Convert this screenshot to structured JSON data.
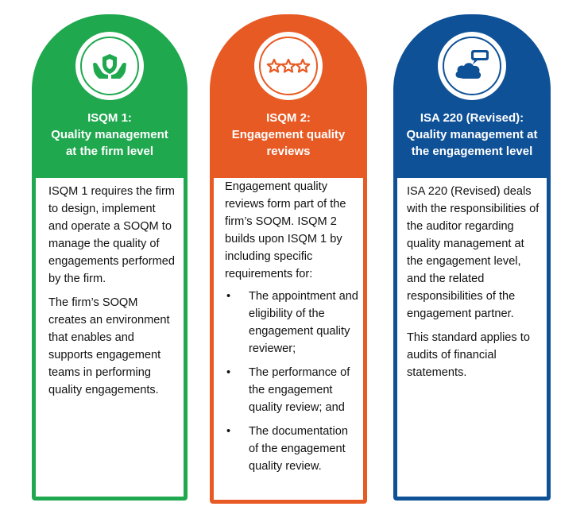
{
  "cards": [
    {
      "icon": "hands-holding-shield-icon",
      "color": "#1fa84e",
      "title_line1": "ISQM 1:",
      "title_line2": "Quality management",
      "title_line3": "at the firm level",
      "paragraphs": [
        "ISQM 1 requires the firm to design, implement and operate a SOQM to manage the quality of engagements performed by the firm.",
        "The firm’s SOQM creates an environment that enables and supports engagement teams in performing quality engagements."
      ]
    },
    {
      "icon": "three-stars-icon",
      "color": "#e85a24",
      "title_line1": "ISQM 2:",
      "title_line2": "Engagement quality",
      "title_line3": "reviews",
      "intro": "Engagement quality reviews form part of the firm’s SOQM. ISQM 2 builds upon ISQM 1 by including specific requirements for:",
      "bullet_char": "•",
      "bullets": [
        "The appointment and eligibility of the engagement quality reviewer;",
        "The performance of the engagement quality review; and",
        "The documentation of the engagement quality review."
      ]
    },
    {
      "icon": "speech-bubble-person-icon",
      "color": "#0f5197",
      "title_line1": "ISA 220 (Revised):",
      "title_line2": "Quality management at",
      "title_line3": "the engagement level",
      "paragraphs": [
        "ISA 220 (Revised) deals with the responsibilities of the auditor regarding quality management at the engagement level, and the related responsibilities of the engagement partner.",
        "This standard applies to audits of financial statements."
      ]
    }
  ]
}
